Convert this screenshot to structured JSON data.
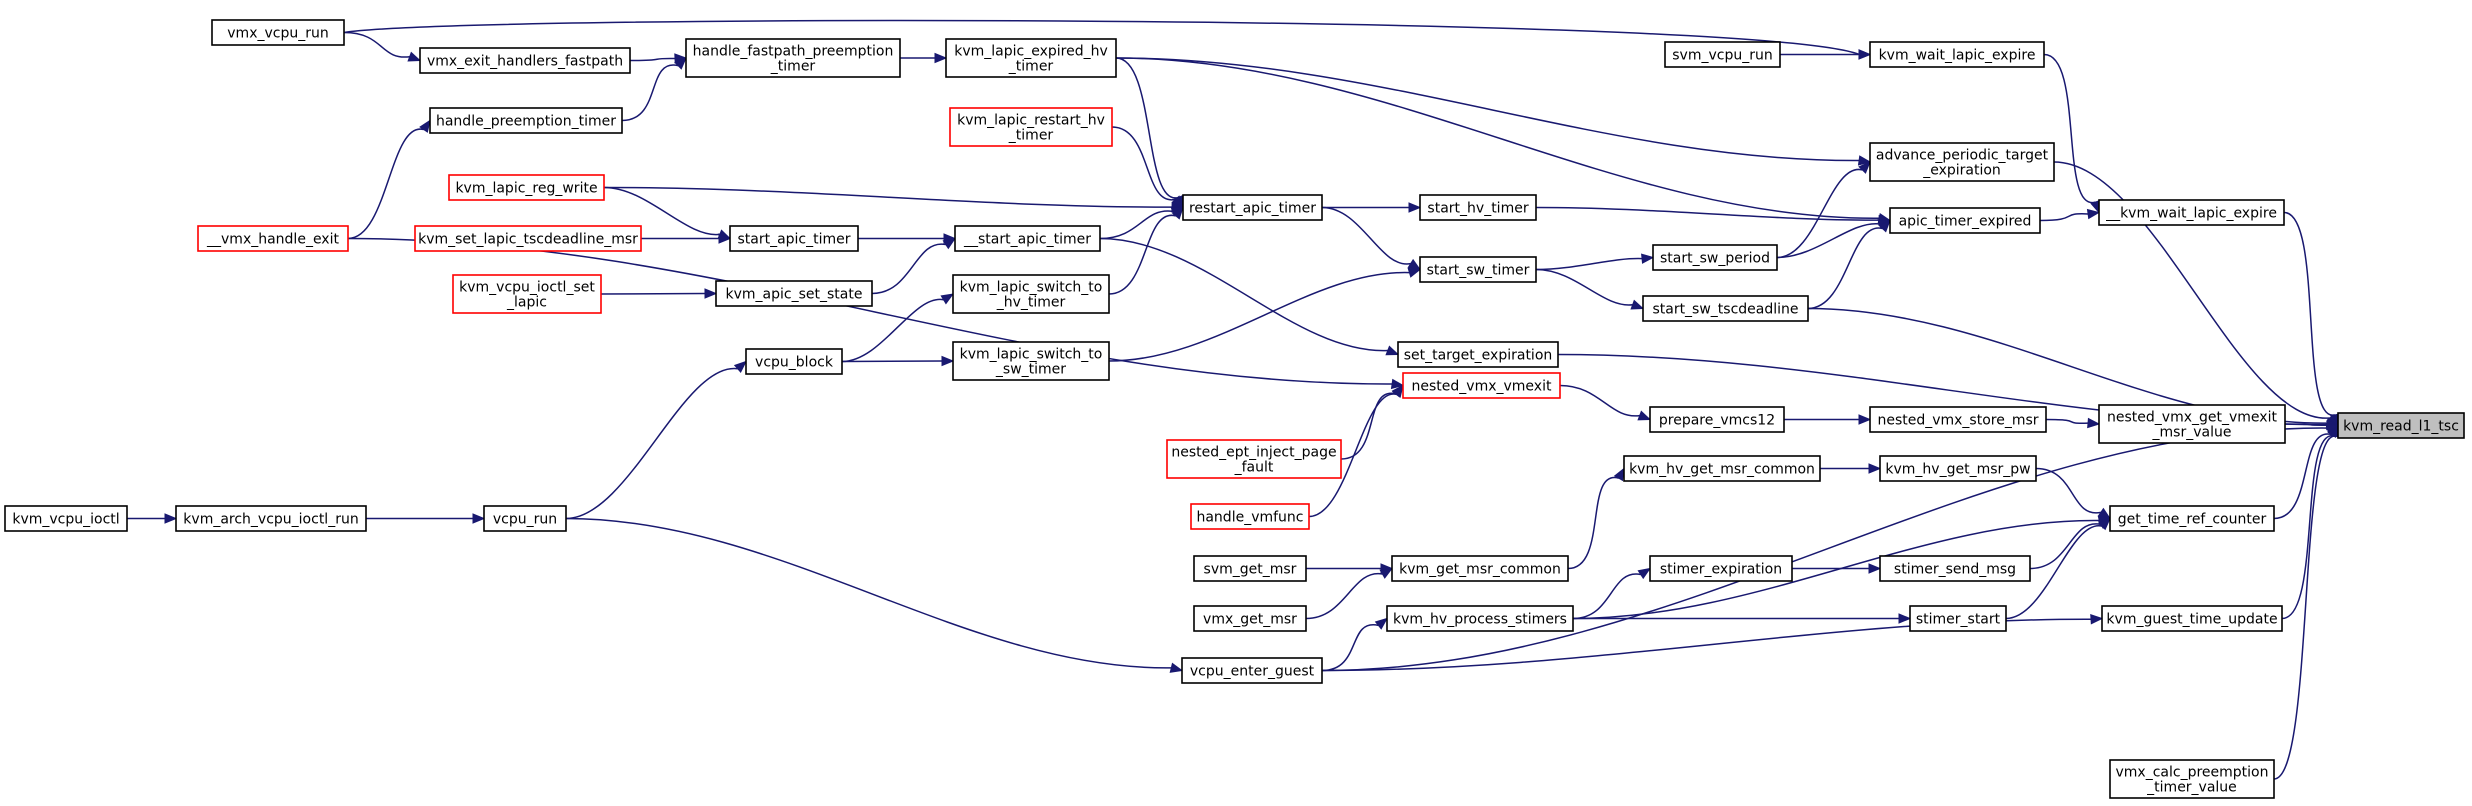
{
  "colors": {
    "edge": "#191970",
    "node_border": "#000000",
    "truncated_node_border": "#ff0000",
    "focus_fill": "#bfbfbf",
    "background": "#ffffff"
  },
  "nodes": [
    {
      "id": "vmx_vcpu_run",
      "lines": [
        "vmx_vcpu_run"
      ],
      "style": "normal"
    },
    {
      "id": "vmx_exit_handlers_fastpath",
      "lines": [
        "vmx_exit_handlers_fastpath"
      ],
      "style": "normal"
    },
    {
      "id": "handle_fastpath_preemption_timer",
      "lines": [
        "handle_fastpath_preemption",
        "_timer"
      ],
      "style": "normal"
    },
    {
      "id": "kvm_lapic_expired_hv_timer",
      "lines": [
        "kvm_lapic_expired_hv",
        "_timer"
      ],
      "style": "normal"
    },
    {
      "id": "svm_vcpu_run",
      "lines": [
        "svm_vcpu_run"
      ],
      "style": "normal"
    },
    {
      "id": "kvm_wait_lapic_expire",
      "lines": [
        "kvm_wait_lapic_expire"
      ],
      "style": "normal"
    },
    {
      "id": "handle_preemption_timer",
      "lines": [
        "handle_preemption_timer"
      ],
      "style": "normal"
    },
    {
      "id": "kvm_lapic_restart_hv_timer",
      "lines": [
        "kvm_lapic_restart_hv",
        "_timer"
      ],
      "style": "red"
    },
    {
      "id": "advance_periodic_target_expiration",
      "lines": [
        "advance_periodic_target",
        "_expiration"
      ],
      "style": "normal"
    },
    {
      "id": "kvm_lapic_reg_write",
      "lines": [
        "kvm_lapic_reg_write"
      ],
      "style": "red"
    },
    {
      "id": "restart_apic_timer",
      "lines": [
        "restart_apic_timer"
      ],
      "style": "normal"
    },
    {
      "id": "start_hv_timer",
      "lines": [
        "start_hv_timer"
      ],
      "style": "normal"
    },
    {
      "id": "__kvm_wait_lapic_expire",
      "lines": [
        "__kvm_wait_lapic_expire"
      ],
      "style": "normal"
    },
    {
      "id": "apic_timer_expired",
      "lines": [
        "apic_timer_expired"
      ],
      "style": "normal"
    },
    {
      "id": "__vmx_handle_exit",
      "lines": [
        "__vmx_handle_exit"
      ],
      "style": "red"
    },
    {
      "id": "kvm_set_lapic_tscdeadline_msr",
      "lines": [
        "kvm_set_lapic_tscdeadline_msr"
      ],
      "style": "red"
    },
    {
      "id": "start_apic_timer",
      "lines": [
        "start_apic_timer"
      ],
      "style": "normal"
    },
    {
      "id": "__start_apic_timer",
      "lines": [
        "__start_apic_timer"
      ],
      "style": "normal"
    },
    {
      "id": "start_sw_period",
      "lines": [
        "start_sw_period"
      ],
      "style": "normal"
    },
    {
      "id": "start_sw_timer",
      "lines": [
        "start_sw_timer"
      ],
      "style": "normal"
    },
    {
      "id": "kvm_vcpu_ioctl_set_lapic",
      "lines": [
        "kvm_vcpu_ioctl_set",
        "_lapic"
      ],
      "style": "red"
    },
    {
      "id": "kvm_apic_set_state",
      "lines": [
        "kvm_apic_set_state"
      ],
      "style": "normal"
    },
    {
      "id": "kvm_lapic_switch_to_hv_timer",
      "lines": [
        "kvm_lapic_switch_to",
        "_hv_timer"
      ],
      "style": "normal"
    },
    {
      "id": "start_sw_tscdeadline",
      "lines": [
        "start_sw_tscdeadline"
      ],
      "style": "normal"
    },
    {
      "id": "vcpu_block",
      "lines": [
        "vcpu_block"
      ],
      "style": "normal"
    },
    {
      "id": "kvm_lapic_switch_to_sw_timer",
      "lines": [
        "kvm_lapic_switch_to",
        "_sw_timer"
      ],
      "style": "normal"
    },
    {
      "id": "set_target_expiration",
      "lines": [
        "set_target_expiration"
      ],
      "style": "normal"
    },
    {
      "id": "nested_vmx_vmexit",
      "lines": [
        "nested_vmx_vmexit"
      ],
      "style": "red"
    },
    {
      "id": "prepare_vmcs12",
      "lines": [
        "prepare_vmcs12"
      ],
      "style": "normal"
    },
    {
      "id": "nested_vmx_store_msr",
      "lines": [
        "nested_vmx_store_msr"
      ],
      "style": "normal"
    },
    {
      "id": "nested_vmx_get_vmexit_msr_value",
      "lines": [
        "nested_vmx_get_vmexit",
        "_msr_value"
      ],
      "style": "normal"
    },
    {
      "id": "kvm_read_l1_tsc",
      "lines": [
        "kvm_read_l1_tsc"
      ],
      "style": "focus"
    },
    {
      "id": "nested_ept_inject_page_fault",
      "lines": [
        "nested_ept_inject_page",
        "_fault"
      ],
      "style": "red"
    },
    {
      "id": "kvm_hv_get_msr_common",
      "lines": [
        "kvm_hv_get_msr_common"
      ],
      "style": "normal"
    },
    {
      "id": "kvm_hv_get_msr_pw",
      "lines": [
        "kvm_hv_get_msr_pw"
      ],
      "style": "normal"
    },
    {
      "id": "handle_vmfunc",
      "lines": [
        "handle_vmfunc"
      ],
      "style": "red"
    },
    {
      "id": "kvm_vcpu_ioctl",
      "lines": [
        "kvm_vcpu_ioctl"
      ],
      "style": "normal"
    },
    {
      "id": "kvm_arch_vcpu_ioctl_run",
      "lines": [
        "kvm_arch_vcpu_ioctl_run"
      ],
      "style": "normal"
    },
    {
      "id": "vcpu_run",
      "lines": [
        "vcpu_run"
      ],
      "style": "normal"
    },
    {
      "id": "get_time_ref_counter",
      "lines": [
        "get_time_ref_counter"
      ],
      "style": "normal"
    },
    {
      "id": "svm_get_msr",
      "lines": [
        "svm_get_msr"
      ],
      "style": "normal"
    },
    {
      "id": "kvm_get_msr_common",
      "lines": [
        "kvm_get_msr_common"
      ],
      "style": "normal"
    },
    {
      "id": "stimer_expiration",
      "lines": [
        "stimer_expiration"
      ],
      "style": "normal"
    },
    {
      "id": "stimer_send_msg",
      "lines": [
        "stimer_send_msg"
      ],
      "style": "normal"
    },
    {
      "id": "vmx_get_msr",
      "lines": [
        "vmx_get_msr"
      ],
      "style": "normal"
    },
    {
      "id": "kvm_hv_process_stimers",
      "lines": [
        "kvm_hv_process_stimers"
      ],
      "style": "normal"
    },
    {
      "id": "stimer_start",
      "lines": [
        "stimer_start"
      ],
      "style": "normal"
    },
    {
      "id": "kvm_guest_time_update",
      "lines": [
        "kvm_guest_time_update"
      ],
      "style": "normal"
    },
    {
      "id": "vcpu_enter_guest",
      "lines": [
        "vcpu_enter_guest"
      ],
      "style": "normal"
    },
    {
      "id": "vmx_calc_preemption_timer_value",
      "lines": [
        "vmx_calc_preemption",
        "_timer_value"
      ],
      "style": "normal"
    }
  ]
}
